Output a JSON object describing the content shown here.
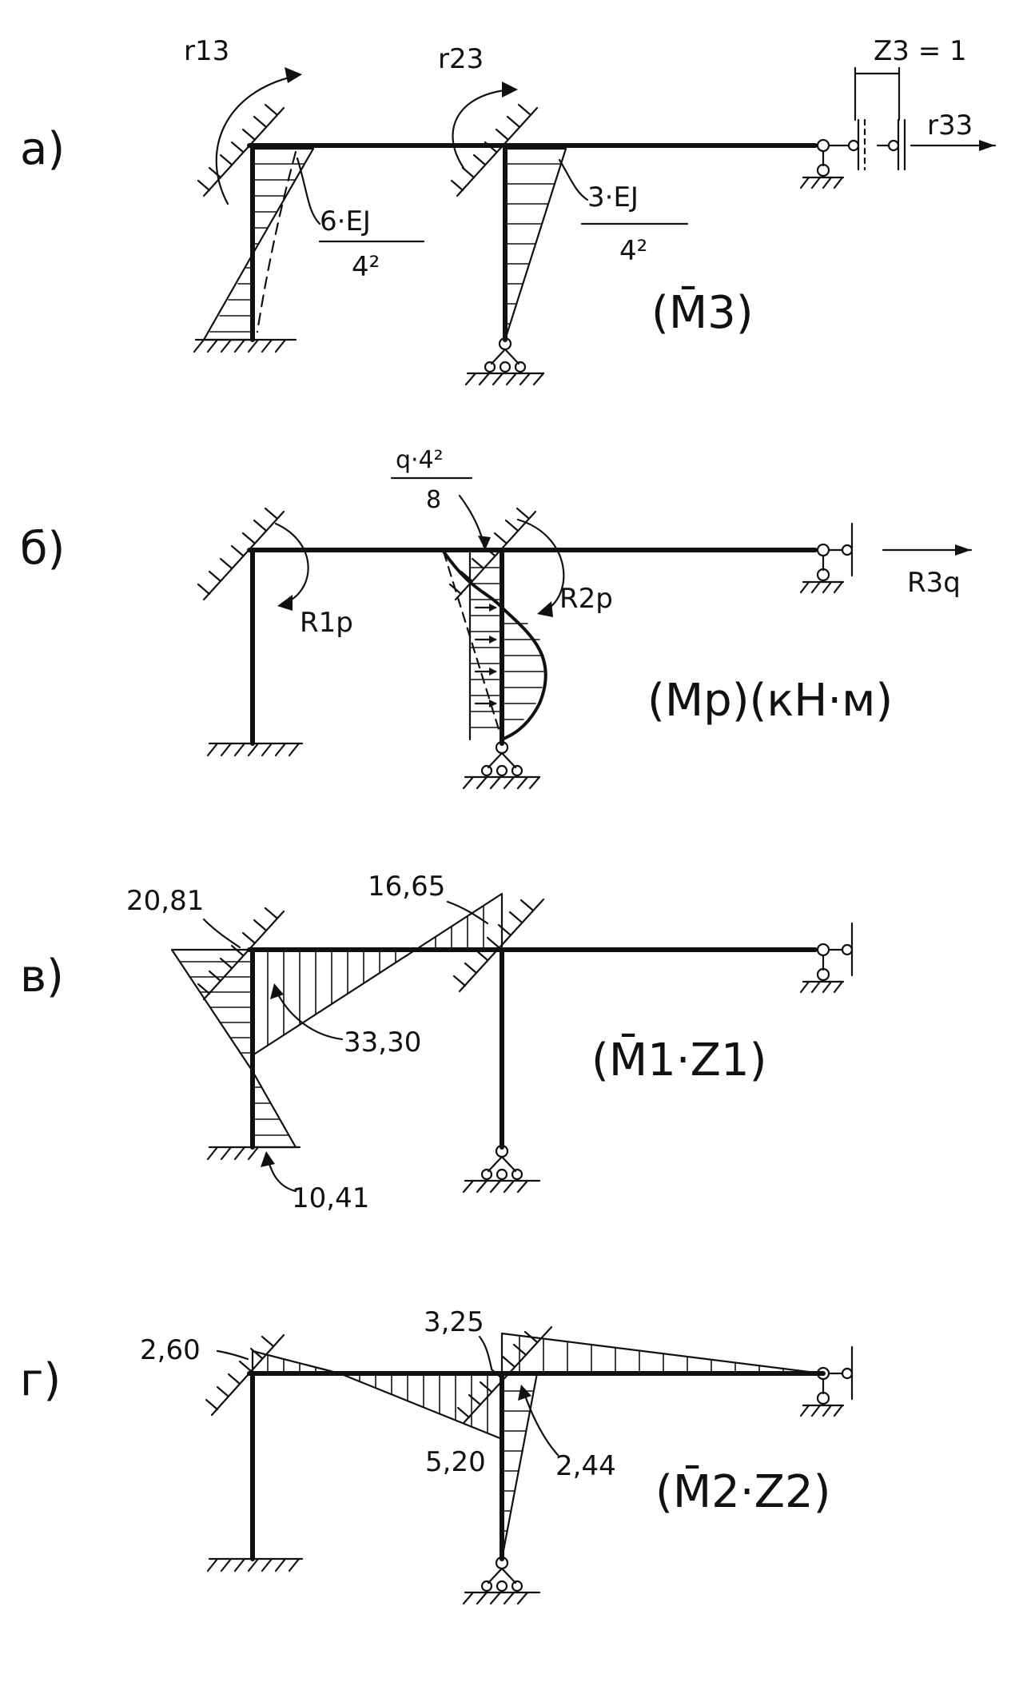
{
  "panels": {
    "a": {
      "letter": "а)",
      "r13": "r13",
      "r23": "r23",
      "r33": "r33",
      "z3": "Z3 = 1",
      "coef1_num": "6·EJ",
      "coef1_den": "4²",
      "coef2_num": "3·EJ",
      "coef2_den": "4²",
      "diagram": "(M̄3)"
    },
    "b": {
      "letter": "б)",
      "load_num": "q·4²",
      "load_den": "8",
      "r1p": "R1p",
      "r2p": "R2p",
      "r3q": "R3q",
      "diagram": "(Mp)(кН·м)"
    },
    "v": {
      "letter": "в)",
      "v1": "20,81",
      "v2": "16,65",
      "v3": "33,30",
      "v4": "10,41",
      "diagram": "(M̄1·Z1)"
    },
    "g": {
      "letter": "г)",
      "v1": "2,60",
      "v2": "3,25",
      "v3": "5,20",
      "v4": "2,44",
      "diagram": "(M̄2·Z2)"
    }
  },
  "colors": {
    "ink": "#111111",
    "paper": "#ffffff"
  }
}
